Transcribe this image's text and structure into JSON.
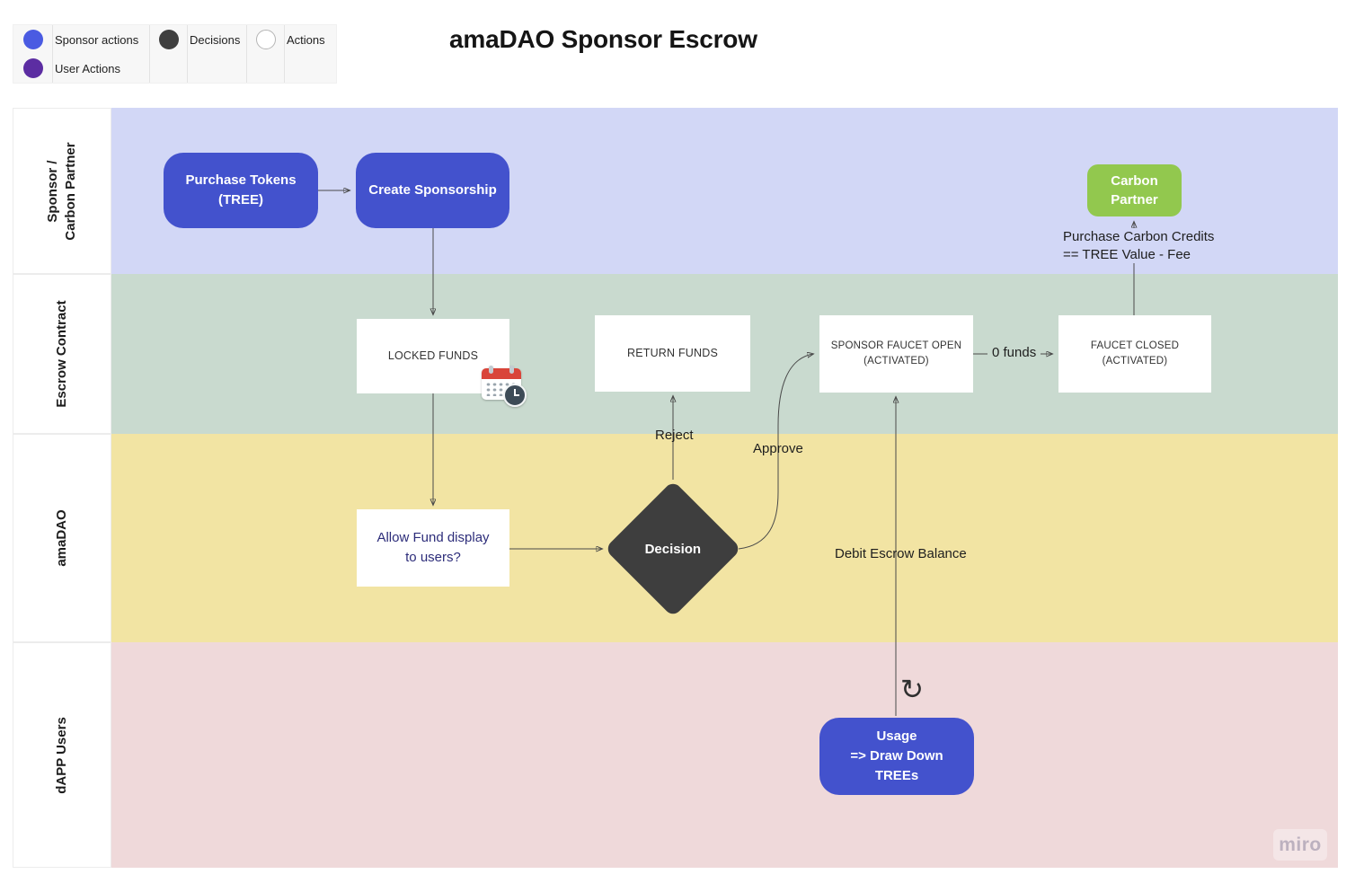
{
  "title": "amaDAO Sponsor Escrow",
  "legend": {
    "items": [
      {
        "label": "Sponsor actions",
        "color": "#4a5be2",
        "shape": "filled-circle"
      },
      {
        "label": "User Actions",
        "color": "#5c2da2",
        "shape": "filled-circle"
      },
      {
        "label": "Decisions",
        "color": "#3f3f3f",
        "shape": "filled-circle"
      },
      {
        "label": "Actions",
        "color": "#ffffff",
        "shape": "outlined-circle"
      }
    ]
  },
  "lanes": [
    {
      "label": "Sponsor /\nCarbon Partner",
      "color": "#d2d7f6"
    },
    {
      "label": "Escrow Contract",
      "color": "#c9dacf"
    },
    {
      "label": "amaDAO",
      "color": "#f2e4a3"
    },
    {
      "label": "dAPP Users",
      "color": "#efd9da"
    }
  ],
  "nodes": {
    "purchase_tokens": {
      "label": "Purchase Tokens\n(TREE)",
      "type": "sponsor-action",
      "color": "#4352cd"
    },
    "create_sponsorship": {
      "label": "Create Sponsorship",
      "type": "sponsor-action",
      "color": "#4352cd"
    },
    "carbon_partner": {
      "label": "Carbon\nPartner",
      "type": "partner",
      "color": "#92c84e"
    },
    "locked_funds": {
      "label": "LOCKED FUNDS",
      "type": "state",
      "color": "#ffffff"
    },
    "return_funds": {
      "label": "RETURN FUNDS",
      "type": "state",
      "color": "#ffffff"
    },
    "sponsor_faucet_open": {
      "label": "SPONSOR FAUCET OPEN\n(ACTIVATED)",
      "type": "state",
      "color": "#ffffff"
    },
    "faucet_closed": {
      "label": "FAUCET CLOSED\n(ACTIVATED)",
      "type": "state",
      "color": "#ffffff"
    },
    "allow_fund_display": {
      "label": "Allow Fund display\nto users?",
      "type": "question",
      "color": "#ffffff"
    },
    "decision": {
      "label": "Decision",
      "type": "decision",
      "color": "#3e3e3e"
    },
    "usage": {
      "label": "Usage\n=> Draw Down\nTREEs",
      "type": "user-action",
      "color": "#4352cd"
    }
  },
  "edges": [
    {
      "from": "purchase_tokens",
      "to": "create_sponsorship",
      "label": ""
    },
    {
      "from": "create_sponsorship",
      "to": "locked_funds",
      "label": ""
    },
    {
      "from": "locked_funds",
      "to": "allow_fund_display",
      "label": ""
    },
    {
      "from": "allow_fund_display",
      "to": "decision",
      "label": ""
    },
    {
      "from": "decision",
      "to": "return_funds",
      "label": "Reject"
    },
    {
      "from": "decision",
      "to": "sponsor_faucet_open",
      "label": "Approve"
    },
    {
      "from": "usage",
      "to": "sponsor_faucet_open",
      "label": "Debit Escrow Balance"
    },
    {
      "from": "sponsor_faucet_open",
      "to": "faucet_closed",
      "label": "0 funds"
    },
    {
      "from": "faucet_closed",
      "to": "carbon_partner",
      "label": "Purchase Carbon Credits\n== TREE Value - Fee"
    }
  ],
  "edge_labels": {
    "reject": "Reject",
    "approve": "Approve",
    "zero_funds": "0 funds",
    "debit_escrow": "Debit Escrow Balance",
    "purchase_credits": "Purchase Carbon Credits\n== TREE Value - Fee"
  },
  "icons": {
    "loop": "↻"
  },
  "watermark": "miro"
}
